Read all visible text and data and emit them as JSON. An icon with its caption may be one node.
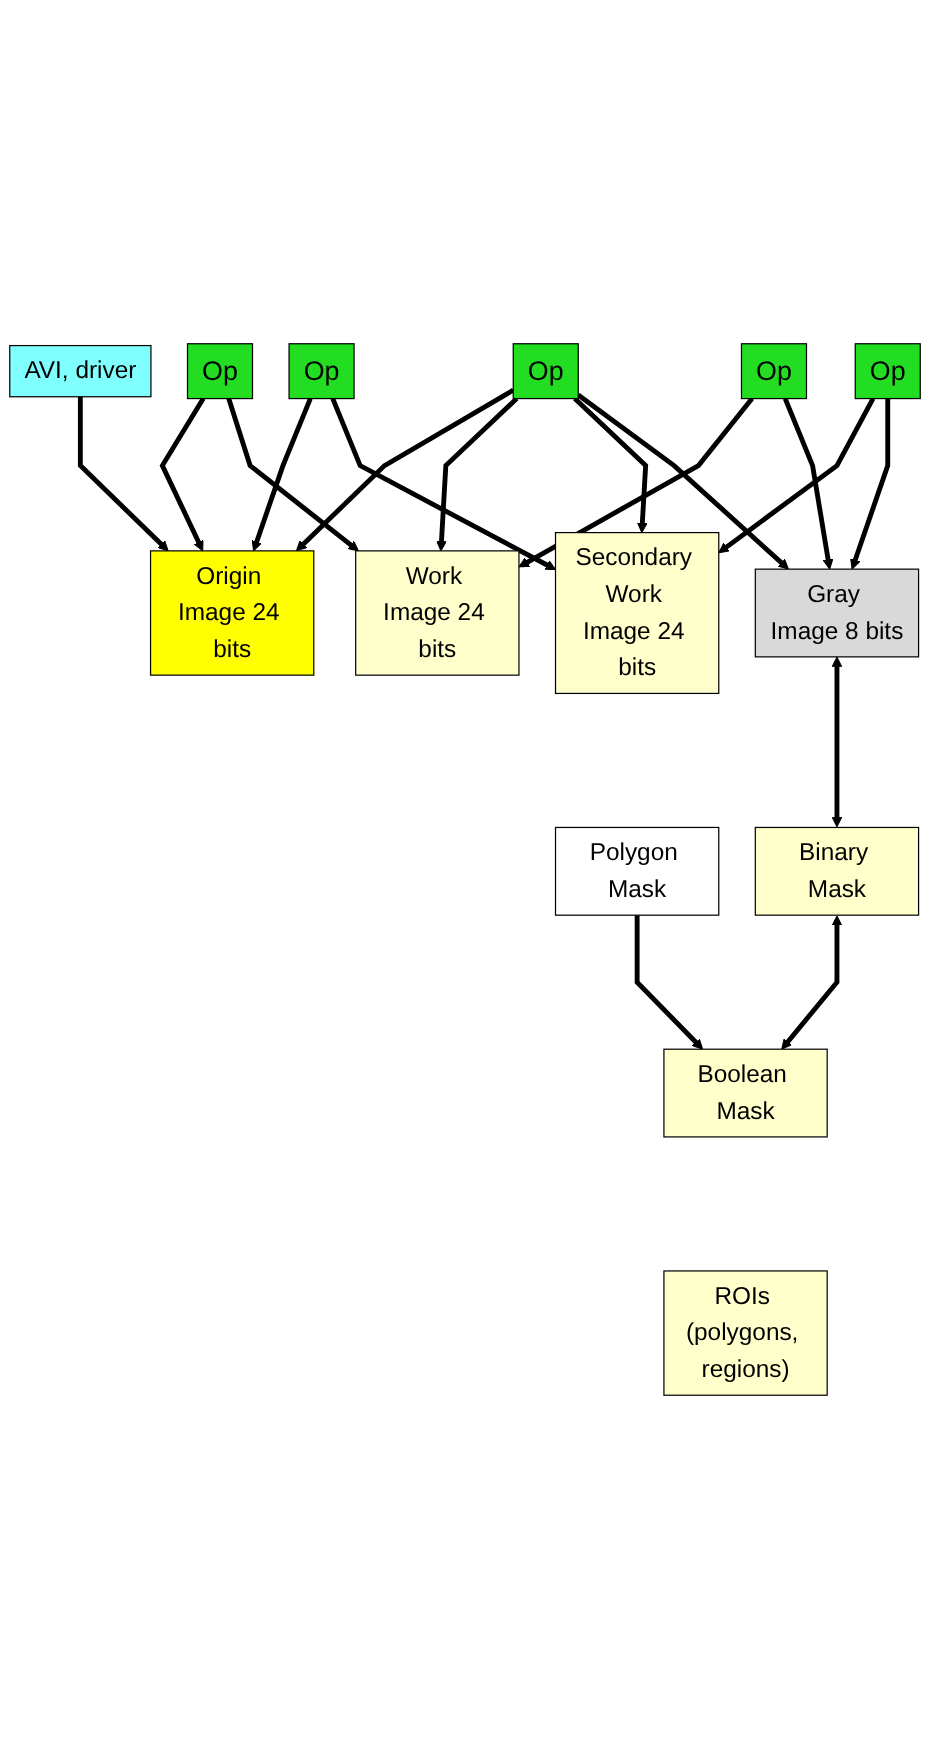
{
  "diagram": {
    "nodes": [
      {
        "text": [
          "AVI, driver"
        ]
      },
      {
        "text": [
          "Origin Image 24 bits"
        ]
      },
      {
        "text": [
          "Op"
        ]
      },
      {
        "text": [
          "Work Image 24 bits"
        ]
      },
      {
        "text": [
          "Op"
        ]
      },
      {
        "text": [
          "Op"
        ]
      },
      {
        "text": [
          "Op"
        ]
      },
      {
        "text": [
          "Secondary Work Image 24 bits"
        ]
      },
      {
        "text": [
          "Op"
        ]
      },
      {
        "text": [
          "Gray Image 8 bits"
        ]
      },
      {
        "text": [
          "Binary Mask"
        ]
      },
      {
        "text": [
          "Boolean Mask"
        ]
      },
      {
        "text": [
          "Polygon Mask"
        ]
      },
      {
        "text": [
          "ROIs (polygons, regions)"
        ]
      }
    ],
    "edges": [
      {
        "from": 0,
        "to": 1,
        "arrow": "to"
      },
      {
        "from": 2,
        "to": 1,
        "arrow": "to"
      },
      {
        "from": 2,
        "to": 3,
        "arrow": "to"
      },
      {
        "from": 4,
        "to": 1,
        "arrow": "to"
      },
      {
        "from": 4,
        "to": 7,
        "arrow": "to"
      },
      {
        "from": 5,
        "to": 1,
        "arrow": "to"
      },
      {
        "from": 5,
        "to": 3,
        "arrow": "to"
      },
      {
        "from": 5,
        "to": 7,
        "arrow": "to"
      },
      {
        "from": 5,
        "to": 9,
        "arrow": "to"
      },
      {
        "from": 6,
        "to": 3,
        "arrow": "to"
      },
      {
        "from": 6,
        "to": 9,
        "arrow": "to"
      },
      {
        "from": 8,
        "to": 7,
        "arrow": "to"
      },
      {
        "from": 8,
        "to": 9,
        "arrow": "to"
      },
      {
        "from": 10,
        "to": 9,
        "arrow": "both"
      },
      {
        "from": 10,
        "to": 11,
        "arrow": "both"
      },
      {
        "from": 12,
        "to": 11,
        "arrow": "to"
      }
    ]
  }
}
